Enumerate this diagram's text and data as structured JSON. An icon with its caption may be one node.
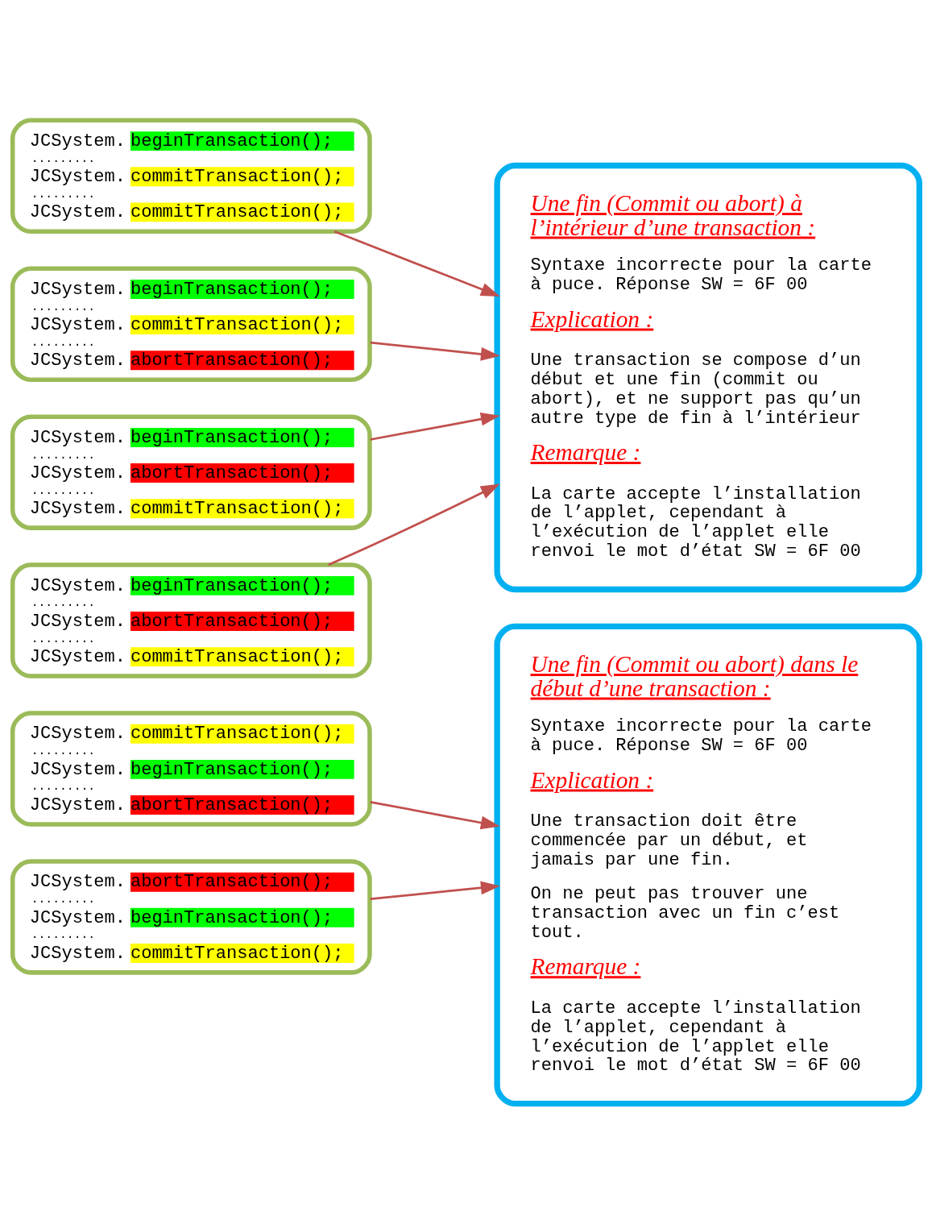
{
  "diagram": {
    "nodes": [
      {
        "text": [
          "JCSystem.beginTransaction();",
          ".........",
          "JCSystem.commitTransaction();",
          ".........",
          "JCSystem.commitTransaction();"
        ]
      },
      {
        "text": [
          "JCSystem.beginTransaction();",
          ".........",
          "JCSystem.commitTransaction();",
          ".........",
          "JCSystem.abortTransaction();"
        ]
      },
      {
        "text": [
          "JCSystem.beginTransaction();",
          ".........",
          "JCSystem.abortTransaction();",
          ".........",
          "JCSystem.commitTransaction();"
        ]
      },
      {
        "text": [
          "JCSystem.beginTransaction();",
          ".........",
          "JCSystem.abortTransaction();",
          ".........",
          "JCSystem.commitTransaction();"
        ]
      },
      {
        "text": [
          "Une fin (Commit ou abort) à l’intérieur d’une transaction :",
          "Syntaxe incorrecte pour la carte à puce. Réponse SW = 6F 00",
          "Explication :",
          "Une transaction se compose d’un début et une fin (commit ou abort), et ne support pas qu’un autre type de fin à l’intérieur",
          "Remarque :",
          "La carte accepte l’installation de l’applet, cependant à l’exécution de l’applet elle renvoi le mot d’état SW = 6F 00"
        ]
      },
      {
        "text": [
          "JCSystem.commitTransaction();",
          ".........",
          "JCSystem.beginTransaction();",
          ".........",
          "JCSystem.abortTransaction();"
        ]
      },
      {
        "text": [
          "JCSystem.abortTransaction();",
          ".........",
          "JCSystem.beginTransaction();",
          ".........",
          "JCSystem.commitTransaction();"
        ]
      },
      {
        "text": [
          "Une fin (Commit ou abort) dans le début d’une transaction :",
          "Syntaxe incorrecte pour la carte à puce. Réponse SW = 6F 00",
          "Explication :",
          "Une transaction doit être commencée par un début, et jamais par une fin.",
          "On ne peut pas trouver une transaction avec un fin c’est tout.",
          "Remarque :",
          "La carte accepte l’installation de l’applet, cependant à l’exécution de l’applet elle renvoi le mot d’état SW = 6F 00"
        ]
      }
    ],
    "edges": [
      {
        "from": 0,
        "to": 4,
        "arrow": "to"
      },
      {
        "from": 1,
        "to": 4,
        "arrow": "to"
      },
      {
        "from": 2,
        "to": 4,
        "arrow": "to"
      },
      {
        "from": 3,
        "to": 4,
        "arrow": "to"
      },
      {
        "from": 5,
        "to": 7,
        "arrow": "to"
      },
      {
        "from": 6,
        "to": 7,
        "arrow": "to"
      }
    ]
  }
}
